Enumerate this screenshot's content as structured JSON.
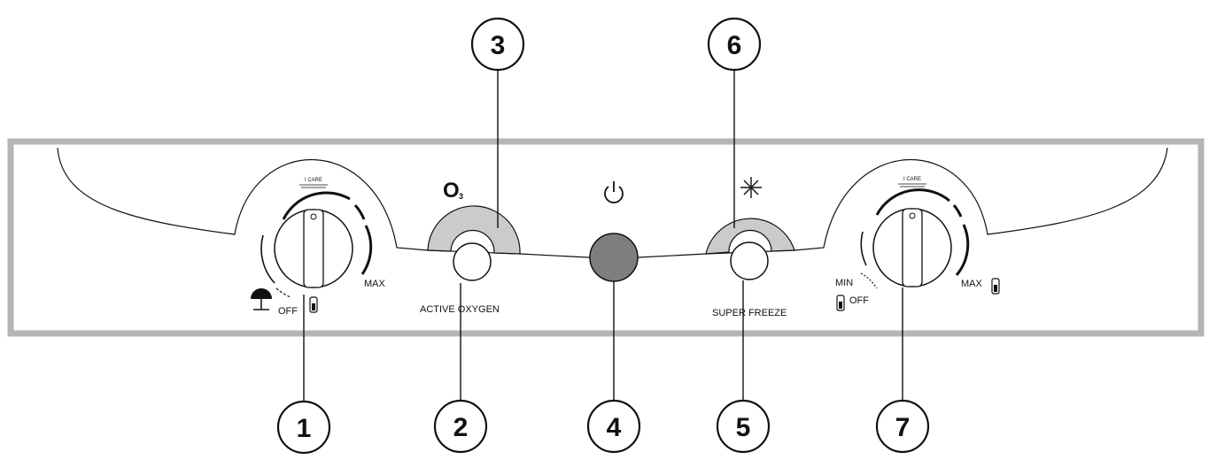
{
  "callouts": {
    "c1": "1",
    "c2": "2",
    "c3": "3",
    "c4": "4",
    "c5": "5",
    "c6": "6",
    "c7": "7"
  },
  "left_dial": {
    "care": "I CARE",
    "max": "MAX",
    "off": "OFF"
  },
  "right_dial": {
    "care": "I CARE",
    "min": "MIN",
    "max": "MAX",
    "off": "OFF"
  },
  "ozone_symbol": "O",
  "ozone_subscript": "3",
  "active_oxygen_label": "ACTIVE OXYGEN",
  "super_freeze_label": "SUPER FREEZE",
  "colors": {
    "panel_border": "#b5b5b5",
    "arc_fill": "#cbcbcb",
    "power_button": "#7e7e7e",
    "ink": "#111111"
  },
  "icons": [
    "umbrella-icon",
    "thermometer-icon",
    "hand-icon",
    "power-icon",
    "snowflake-icon"
  ]
}
